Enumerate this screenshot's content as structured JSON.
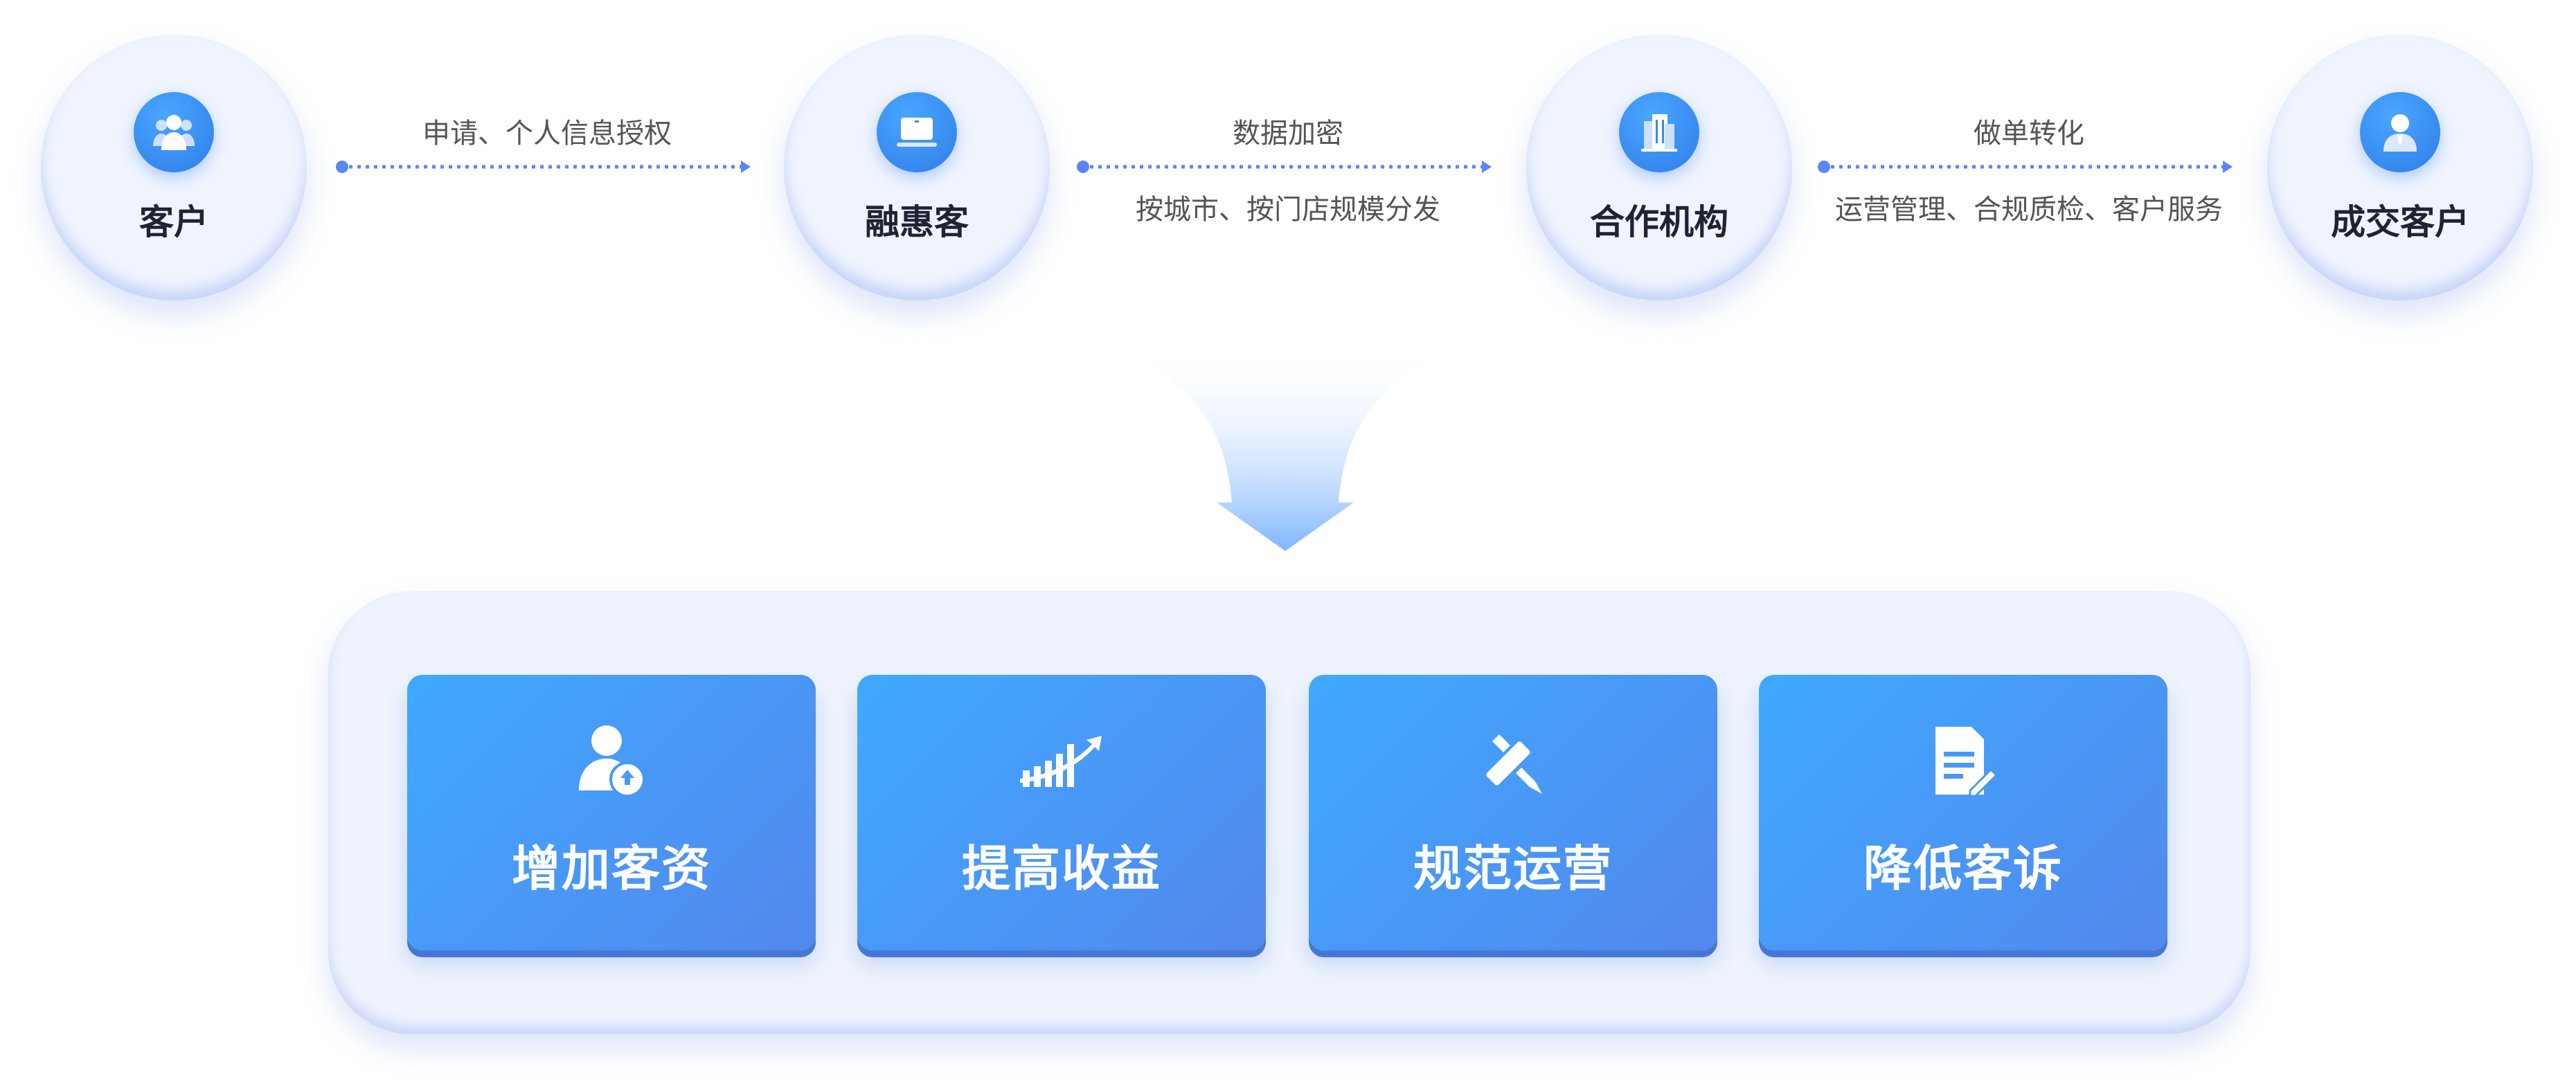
{
  "flow": {
    "nodes": [
      {
        "label": "客户",
        "icon": "users-icon"
      },
      {
        "label": "融惠客",
        "icon": "laptop-icon"
      },
      {
        "label": "合作机构",
        "icon": "building-icon"
      },
      {
        "label": "成交客户",
        "icon": "user-tie-icon"
      }
    ],
    "connectors": [
      {
        "top": "申请、个人信息授权",
        "bottom": ""
      },
      {
        "top": "数据加密",
        "bottom": "按城市、按门店规模分发"
      },
      {
        "top": "做单转化",
        "bottom": "运营管理、合规质检、客户服务"
      }
    ]
  },
  "benefits": [
    {
      "label": "增加客资",
      "icon": "user-upload-icon"
    },
    {
      "label": "提高收益",
      "icon": "growth-chart-icon"
    },
    {
      "label": "规范运营",
      "icon": "ruler-pencil-icon"
    },
    {
      "label": "降低客诉",
      "icon": "document-edit-icon"
    }
  ],
  "colors": {
    "accent": "#2f7ee8",
    "line": "#5b86f5",
    "card": "#4a98f5"
  }
}
